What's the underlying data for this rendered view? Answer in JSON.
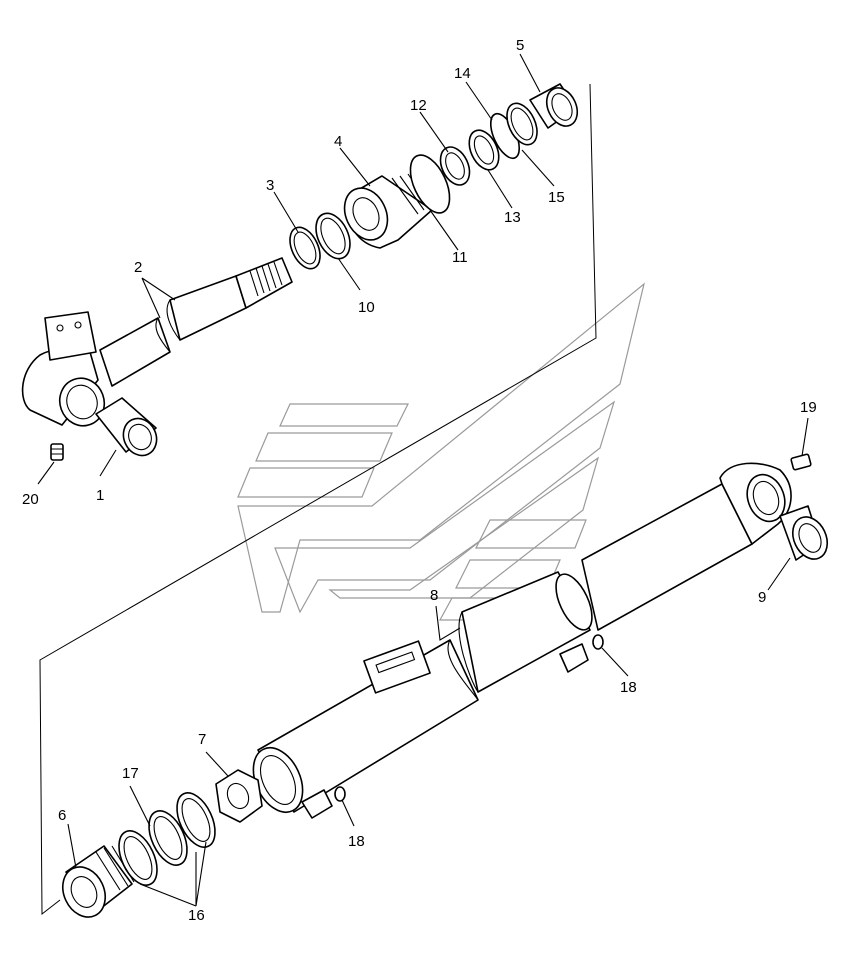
{
  "diagram": {
    "callouts": [
      "1",
      "2",
      "3",
      "4",
      "5",
      "6",
      "7",
      "8",
      "9",
      "10",
      "11",
      "12",
      "13",
      "14",
      "15",
      "16",
      "17",
      "18",
      "18",
      "19",
      "20"
    ]
  }
}
